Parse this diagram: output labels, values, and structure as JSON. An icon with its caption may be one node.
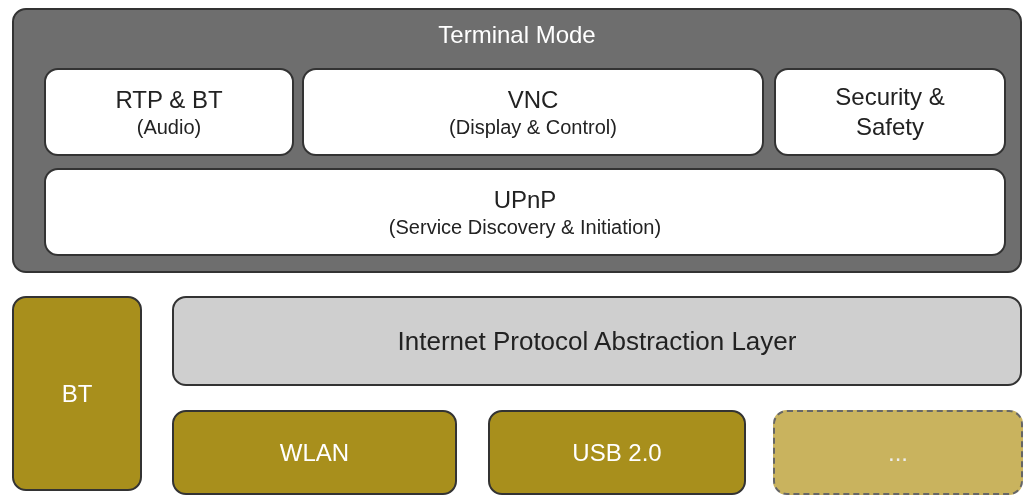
{
  "diagram": {
    "nodes": [
      {
        "text": [
          "Terminal Mode"
        ]
      },
      {
        "text": [
          "RTP & BT",
          "(Audio)"
        ],
        "in": 0
      },
      {
        "text": [
          "VNC",
          "(Display & Control)"
        ],
        "in": 0
      },
      {
        "text": [
          "Security & Safety"
        ],
        "in": 0
      },
      {
        "text": [
          "UPnP",
          "(Service Discovery & Initiation)"
        ],
        "in": 0
      },
      {
        "text": [
          "BT"
        ]
      },
      {
        "text": [
          "Internet Protocol Abstraction Layer"
        ]
      },
      {
        "text": [
          "WLAN"
        ]
      },
      {
        "text": [
          "USB 2.0"
        ]
      },
      {
        "text": [
          "..."
        ]
      }
    ]
  }
}
